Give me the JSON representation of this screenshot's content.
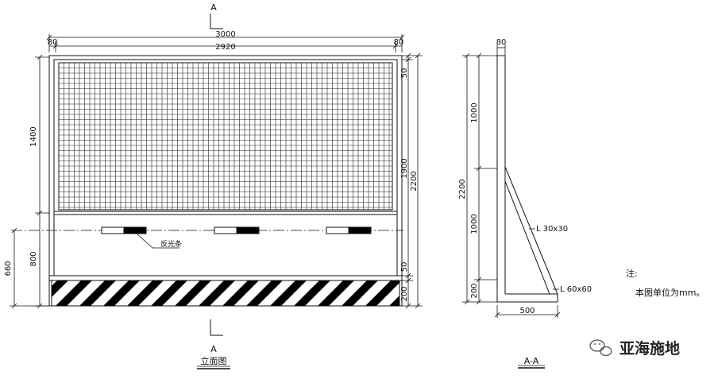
{
  "section_marks": {
    "top": "A",
    "bottom": "A"
  },
  "elevation": {
    "dims": {
      "total_width": "3000",
      "inner_width": "2920",
      "side_left": "80",
      "side_right": "80",
      "upper_height": "1400",
      "lower_height": "800",
      "dash_height": "660",
      "top_rail": "50",
      "panel_height": "1900",
      "total_height": "2200",
      "mid_rail": "50",
      "bottom_band": "200"
    },
    "reflective_label": "反光条",
    "caption": "立面图"
  },
  "section": {
    "dims": {
      "post_width": "80",
      "upper": "1000",
      "total": "2200",
      "lower": "1000",
      "base": "200",
      "foot_width": "500"
    },
    "brace_label": "L 30x30",
    "foot_label": "L 60x60",
    "caption": "A-A"
  },
  "note": {
    "title": "注:",
    "text": "本图单位为mm。"
  },
  "watermark": "亚海施地",
  "colors": {
    "line": "#111111",
    "stripe": "#000000",
    "reflector": "#000000"
  }
}
